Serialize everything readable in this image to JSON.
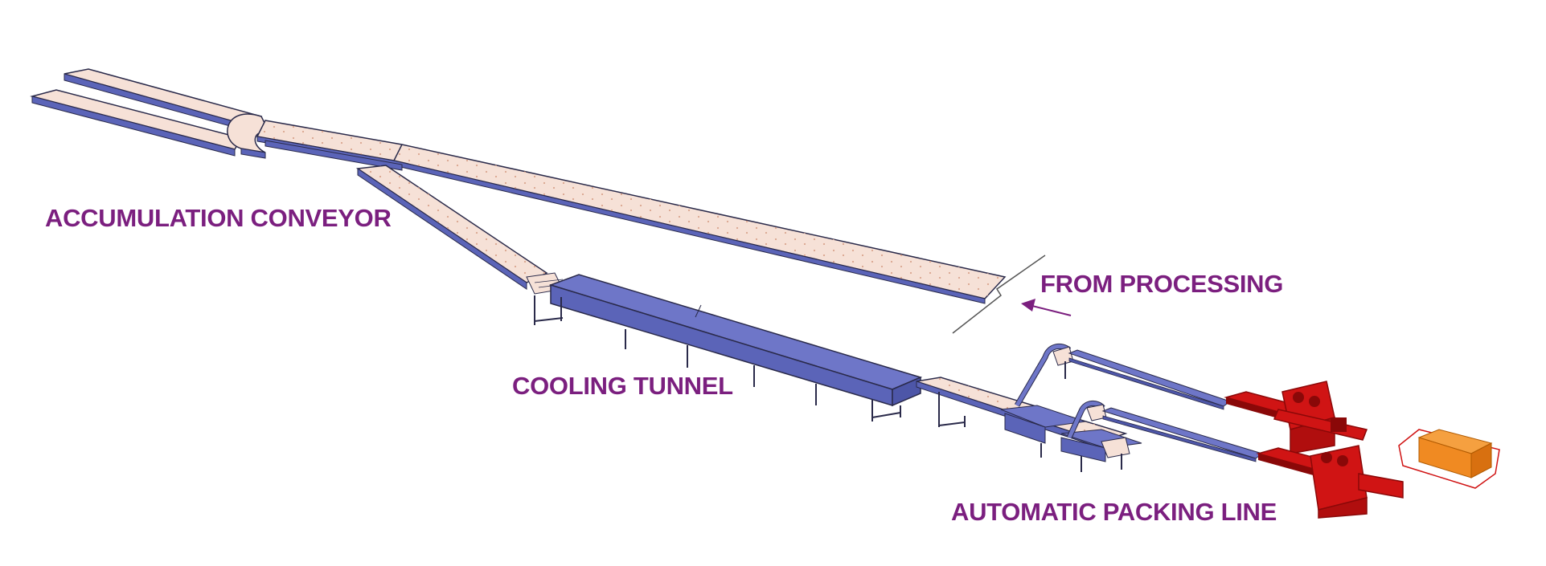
{
  "labels": {
    "accumulation": "ACCUMULATION CONVEYOR",
    "from_processing": "FROM PROCESSING",
    "cooling": "COOLING TUNNEL",
    "packing": "AUTOMATIC PACKING LINE"
  },
  "colors": {
    "label_text": "#7b1f7f",
    "conveyor_top": "#f6e1d7",
    "conveyor_side": "#5b64b8",
    "conveyor_dots": "#d9a58e",
    "outline": "#2a2a4a",
    "tunnel_top": "#6e76c8",
    "tunnel_side": "#4d56a8",
    "machine_red": "#d01414",
    "machine_dark_red": "#8a0808",
    "package_orange": "#f08a22",
    "arrow": "#7b1f7f",
    "break_line": "#555555"
  }
}
